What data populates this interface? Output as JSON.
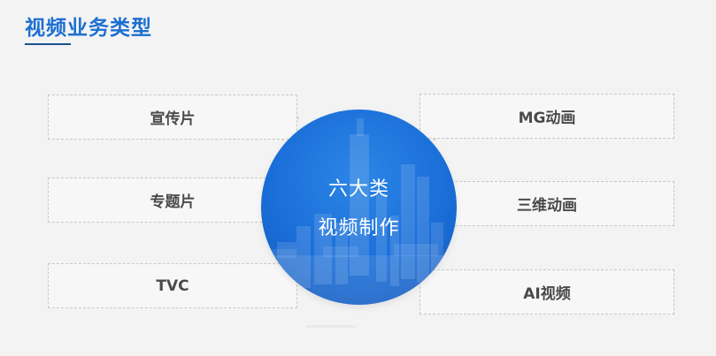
{
  "page": {
    "title": "视频业务类型"
  },
  "center": {
    "line1": "六大类",
    "line2": "视频制作"
  },
  "left_items": [
    {
      "label": "宣传片"
    },
    {
      "label": "专题片"
    },
    {
      "label": "TVC"
    }
  ],
  "right_items": [
    {
      "label": "MG动画"
    },
    {
      "label": "三维动画"
    },
    {
      "label": "AI视频"
    }
  ],
  "colors": {
    "title": "#1c6fd1",
    "circle": "#1a6ed8",
    "box_text": "#4a4a4a"
  }
}
